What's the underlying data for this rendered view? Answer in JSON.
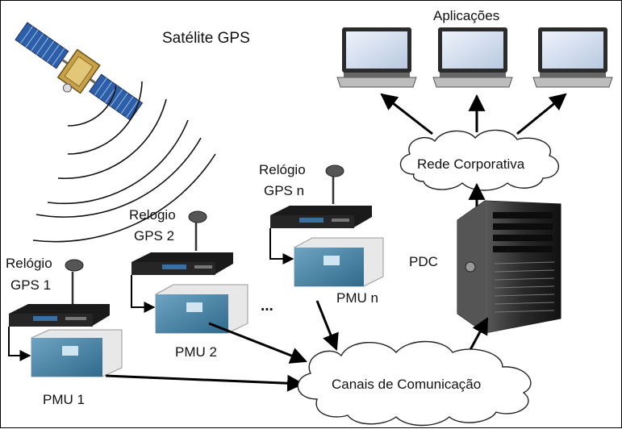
{
  "diagram": {
    "satellite_label": "Satélite GPS",
    "applications_label": "Aplicações",
    "corporate_network_label": "Rede Corporativa",
    "pdc_label": "PDC",
    "channels_label": "Canais de Comunicação",
    "ellipsis": "...",
    "stations": [
      {
        "clock_line1": "Relógio",
        "clock_line2": "GPS 1",
        "pmu_label": "PMU 1"
      },
      {
        "clock_line1": "Relogio",
        "clock_line2": "GPS 2",
        "pmu_label": "PMU 2"
      },
      {
        "clock_line1": "Relógio",
        "clock_line2": "GPS n",
        "pmu_label": "PMU n"
      }
    ]
  }
}
